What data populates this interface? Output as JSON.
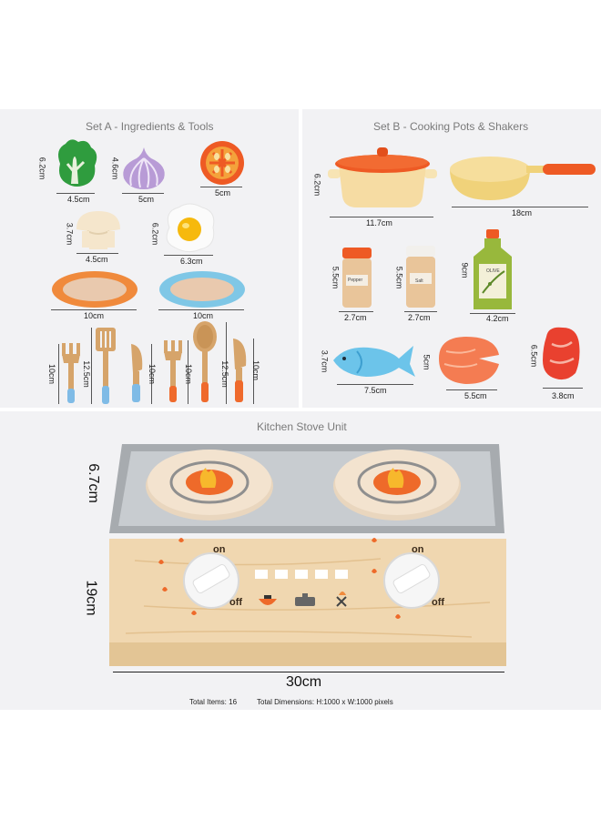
{
  "set_a": {
    "title": "Set A - Ingredients & Tools",
    "items": [
      {
        "name": "lettuce",
        "width": "4.5cm",
        "height": "6.2cm"
      },
      {
        "name": "onion",
        "width": "5cm",
        "height": "4.6cm"
      },
      {
        "name": "tomato",
        "width": "5cm"
      },
      {
        "name": "mushroom",
        "width": "4.5cm",
        "height": "3.7cm"
      },
      {
        "name": "egg",
        "width": "6.3cm",
        "height": "6.2cm"
      },
      {
        "name": "plate-orange",
        "width": "10cm"
      },
      {
        "name": "plate-blue",
        "width": "10cm"
      }
    ],
    "utensil_dims": [
      "10cm",
      "12.5cm",
      "10cm",
      "10cm",
      "12.5cm",
      "10cm"
    ]
  },
  "set_b": {
    "title": "Set B - Cooking Pots & Shakers",
    "items": [
      {
        "name": "pot",
        "width": "11.7cm",
        "height": "6.2cm"
      },
      {
        "name": "pan",
        "width": "18cm"
      },
      {
        "name": "pepper-shaker",
        "width": "2.7cm",
        "height": "5.5cm",
        "label": "Pepper"
      },
      {
        "name": "salt-shaker",
        "width": "2.7cm",
        "height": "5.5cm",
        "label": "Salt"
      },
      {
        "name": "olive-oil",
        "width": "4.2cm",
        "height": "9cm",
        "label": "OLIVE"
      },
      {
        "name": "fish",
        "width": "7.5cm",
        "height": "3.7cm"
      },
      {
        "name": "salmon",
        "width": "5.5cm",
        "height": "5cm"
      },
      {
        "name": "steak",
        "width": "3.8cm",
        "height": "6.5cm"
      }
    ]
  },
  "stove": {
    "title": "Kitchen Stove Unit",
    "width": "30cm",
    "height_top": "6.7cm",
    "height_body": "19cm",
    "knob_on": "on",
    "knob_off": "off"
  },
  "footer": {
    "total_items": "Total Items: 16",
    "total_dimensions": "Total Dimensions: H:1000 x W:1000 pixels"
  }
}
